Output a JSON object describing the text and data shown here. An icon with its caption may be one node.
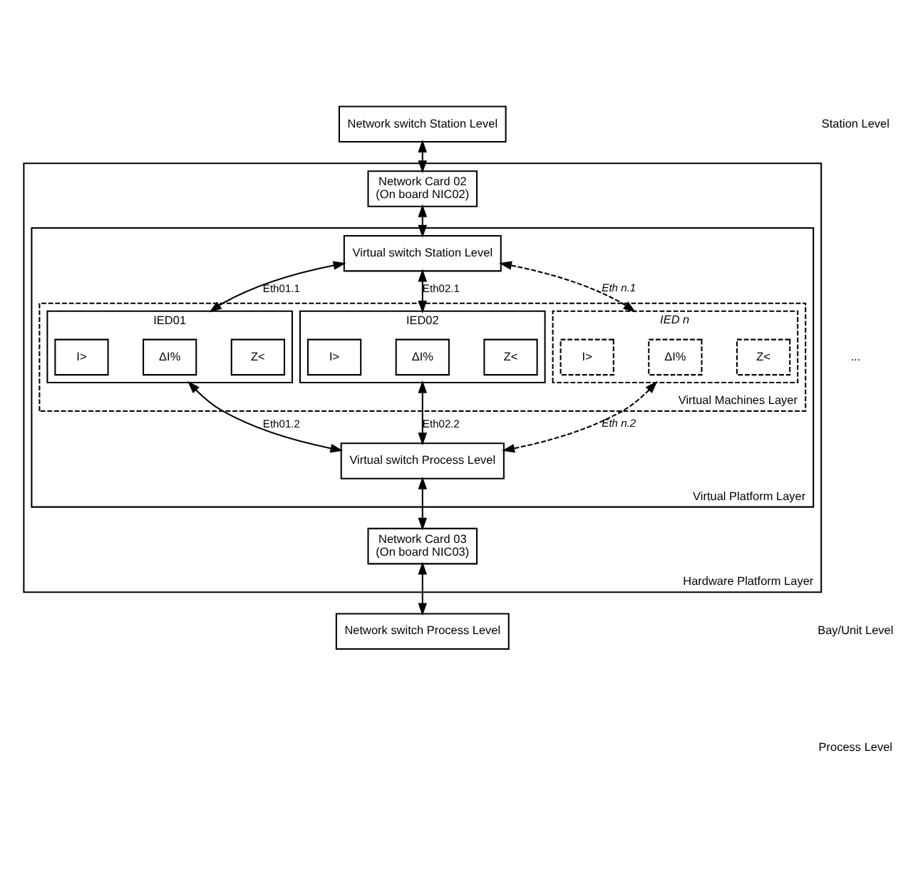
{
  "diagram": {
    "nodes": [
      {
        "text": [
          "Network switch Station Level"
        ]
      },
      {
        "text": [
          "Hardware Platform Layer"
        ]
      },
      {
        "text": [
          "Network Card 02",
          "(On board NIC02)"
        ],
        "in": 1
      },
      {
        "text": [
          "Virtual Platform Layer"
        ],
        "in": 1
      },
      {
        "text": [
          "Virtual switch Station Level"
        ],
        "in": 3
      },
      {
        "text": [
          "Virtual Machines Layer"
        ],
        "in": 3
      },
      {
        "text": [
          "IED01"
        ],
        "in": 5
      },
      {
        "text": [
          "I>"
        ],
        "in": 6
      },
      {
        "text": [
          "ΔI%"
        ],
        "in": 6
      },
      {
        "text": [
          "Z<"
        ],
        "in": 6
      },
      {
        "text": [
          "IED02"
        ],
        "in": 5
      },
      {
        "text": [
          "I>"
        ],
        "in": 10
      },
      {
        "text": [
          "ΔI%"
        ],
        "in": 10
      },
      {
        "text": [
          "Z<"
        ],
        "in": 10
      },
      {
        "text": [
          "IED n"
        ],
        "in": 5
      },
      {
        "text": [
          "I>"
        ],
        "in": 14
      },
      {
        "text": [
          "ΔI%"
        ],
        "in": 14
      },
      {
        "text": [
          "Z<"
        ],
        "in": 14
      },
      {
        "text": [
          "Virtual switch Process Level"
        ],
        "in": 3
      },
      {
        "text": [
          "Network Card 03",
          "(On board NIC03)"
        ],
        "in": 1
      },
      {
        "text": [
          "Network switch Process Level"
        ]
      }
    ],
    "edges": [
      {
        "from": 0,
        "to": 2,
        "arrow": "both"
      },
      {
        "from": 2,
        "to": 4,
        "arrow": "both"
      },
      {
        "from": 4,
        "to": 6,
        "arrow": "both",
        "label": "Eth01.1"
      },
      {
        "from": 4,
        "to": 10,
        "arrow": "both",
        "label": "Eth02.1"
      },
      {
        "from": 4,
        "to": 14,
        "arrow": "both",
        "label": "Eth n.1",
        "style": "dashed"
      },
      {
        "from": 6,
        "to": 18,
        "arrow": "both",
        "label": "Eth01.2"
      },
      {
        "from": 10,
        "to": 18,
        "arrow": "both",
        "label": "Eth02.2"
      },
      {
        "from": 14,
        "to": 18,
        "arrow": "both",
        "label": "Eth n.2",
        "style": "dashed"
      },
      {
        "from": 18,
        "to": 19,
        "arrow": "both"
      },
      {
        "from": 19,
        "to": 20,
        "arrow": "both"
      }
    ],
    "labels": [
      "Station Level",
      "...",
      "Bay/Unit Level",
      "Process Level"
    ]
  }
}
